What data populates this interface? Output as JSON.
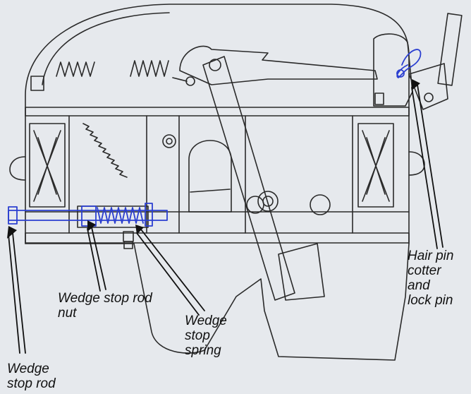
{
  "diagram": {
    "labels": {
      "wedge_stop_rod": "Wedge\nstop rod",
      "wedge_stop_rod_nut": "Wedge stop rod\nnut",
      "wedge_stop_spring": "Wedge\nstop\nspring",
      "hair_pin": "Hair pin\ncotter\nand\nlock pin"
    },
    "colors": {
      "background": "#e6e9ed",
      "linework": "#2a2a2a",
      "highlight": "#2b3fd0",
      "label_text": "#111111"
    }
  }
}
